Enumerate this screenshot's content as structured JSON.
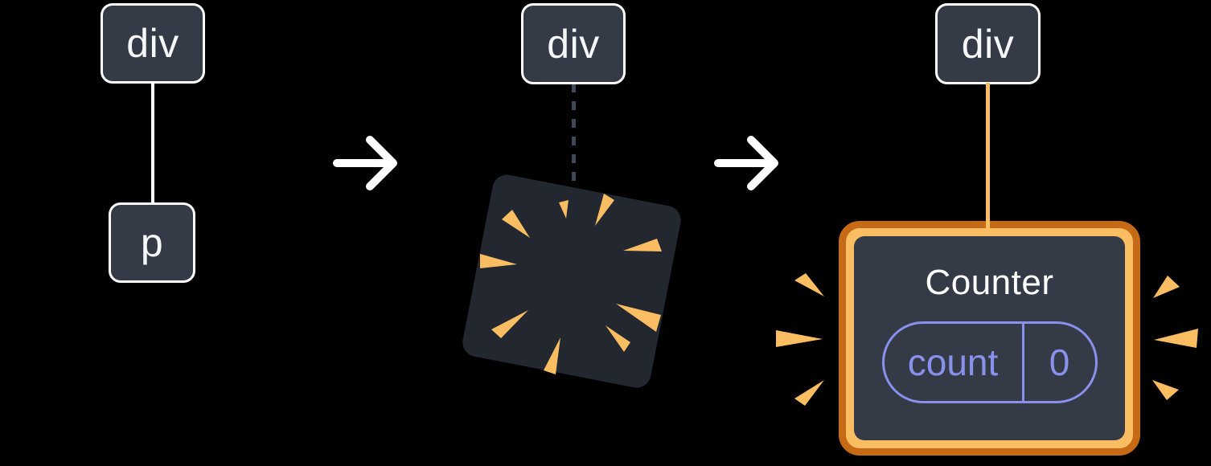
{
  "colors": {
    "background": "#000000",
    "node_fill": "#343A46",
    "node_border": "#FFFFFF",
    "node_text": "#F6F7F9",
    "edge_white": "#FFFFFF",
    "edge_dashed": "#404756",
    "edge_orange": "#FABD62",
    "arrow": "#FFFFFF",
    "explosion_fill": "#23272F",
    "spark": "#FABD62",
    "card_border_outer": "#C76A15",
    "card_border_inner": "#FABD62",
    "card_fill": "#343B47",
    "card_title": "#FFFFFF",
    "state_accent": "#8891EC"
  },
  "diagram": {
    "step1": {
      "parent": "div",
      "child": "p"
    },
    "step2": {
      "parent": "div"
    },
    "step3": {
      "parent": "div",
      "component": {
        "title": "Counter",
        "state_key": "count",
        "state_value": "0"
      }
    },
    "icons": {
      "arrow": "arrow-right-icon",
      "explosion": "explosion-burst-icon",
      "sparkles": "sparkle-rays-icon"
    }
  }
}
